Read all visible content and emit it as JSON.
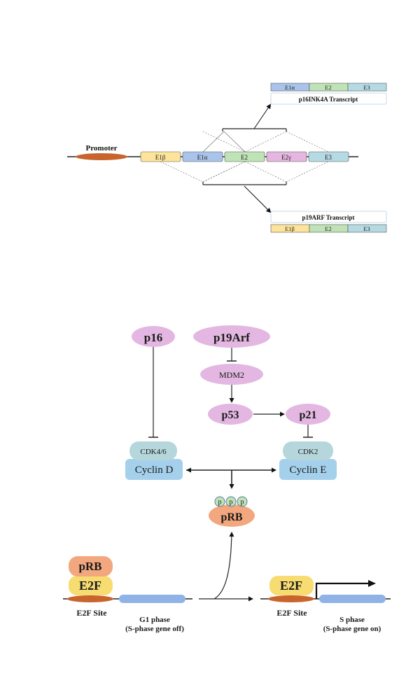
{
  "gene": {
    "promoter": "Promoter",
    "exons": {
      "e1b": "E1β",
      "e1a": "E1α",
      "e2": "E2",
      "e2g": "E2γ",
      "e3": "E3"
    },
    "p16_transcript": {
      "label": "p16INK4A Transcript",
      "exons": [
        "E1α",
        "E2",
        "E3"
      ]
    },
    "p19_transcript": {
      "label": "p19ARF Transcript",
      "exons": [
        "E1β",
        "E2",
        "E3"
      ]
    }
  },
  "pathway": {
    "p16": "p16",
    "p19arf": "p19Arf",
    "mdm2": "MDM2",
    "p53": "p53",
    "p21": "p21",
    "cdk46": "CDK4/6",
    "cyclin_d": "Cyclin D",
    "cdk2": "CDK2",
    "cyclin_e": "Cyclin E",
    "phospho": [
      "p",
      "p",
      "p"
    ],
    "prb_phos": "pRB"
  },
  "promoter_states": {
    "left": {
      "prb": "pRB",
      "e2f": "E2F",
      "site": "E2F Site",
      "phase": "G1 phase",
      "phase_note": "(S-phase gene off)"
    },
    "right": {
      "e2f": "E2F",
      "site": "E2F Site",
      "phase": "S phase",
      "phase_note": "(S-phase gene on)"
    }
  },
  "colors": {
    "exon_e1b": "#fde49a",
    "exon_e1a": "#a9c3ea",
    "exon_e2": "#bfe3b6",
    "exon_e2g": "#e5b6e0",
    "exon_e3": "#b5dae3",
    "promoter": "#c8642c",
    "pink_node": "#e3b7e1",
    "cdk": "#b5d7dc",
    "cyclin": "#a5d0ec",
    "prb": "#f2a77e",
    "e2f": "#f7dc72",
    "gene_bar": "#8fb3e6"
  }
}
